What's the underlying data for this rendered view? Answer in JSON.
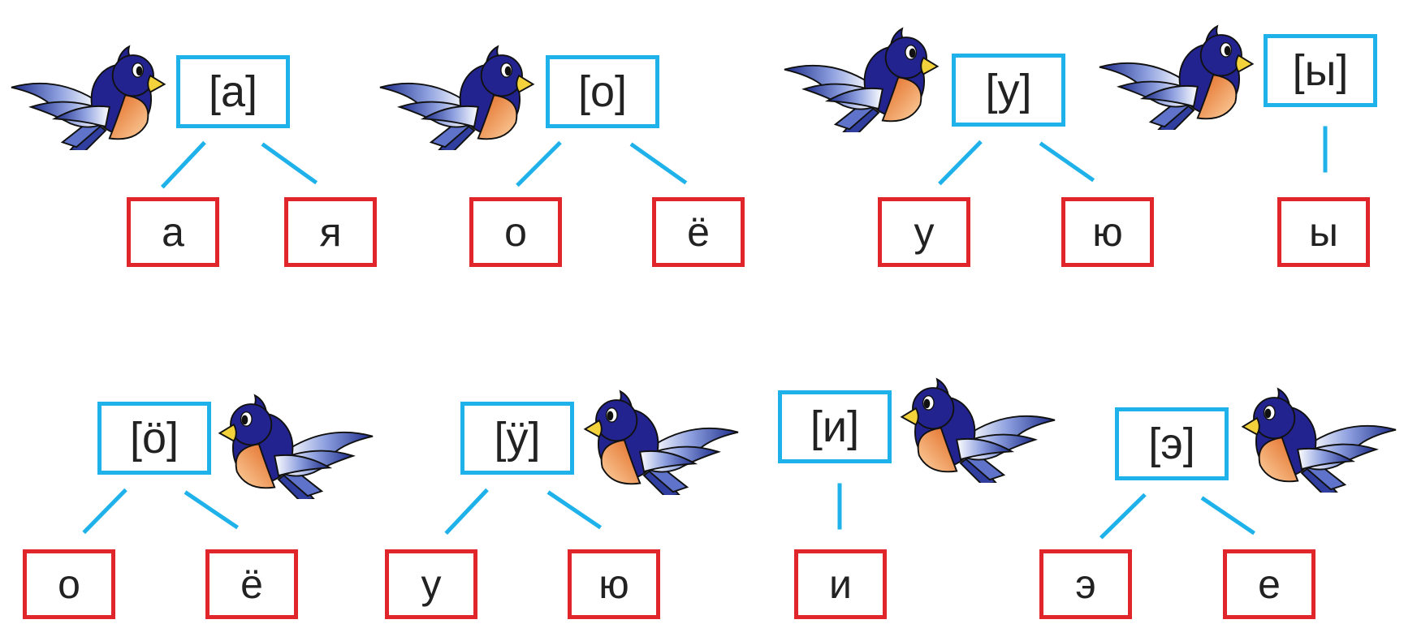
{
  "groups": [
    {
      "sound": "[а]",
      "letters": [
        "а",
        "я"
      ]
    },
    {
      "sound": "[о]",
      "letters": [
        "о",
        "ё"
      ]
    },
    {
      "sound": "[у]",
      "letters": [
        "у",
        "ю"
      ]
    },
    {
      "sound": "[ы]",
      "letters": [
        "ы"
      ]
    },
    {
      "sound": "[ӧ]",
      "letters": [
        "о",
        "ё"
      ]
    },
    {
      "sound": "[ӱ]",
      "letters": [
        "у",
        "ю"
      ]
    },
    {
      "sound": "[и]",
      "letters": [
        "и"
      ]
    },
    {
      "sound": "[э]",
      "letters": [
        "э",
        "е"
      ]
    }
  ],
  "colors": {
    "sound_border": "#1fb2ea",
    "letter_border": "#e1262b",
    "connector": "#1fb2ea",
    "bird_body": "#22238f",
    "bird_breast": "#f0923a",
    "bird_beak": "#f3d23c",
    "bird_wing": "#3a4fb0"
  },
  "decoration_icon": "flying-bird-icon"
}
